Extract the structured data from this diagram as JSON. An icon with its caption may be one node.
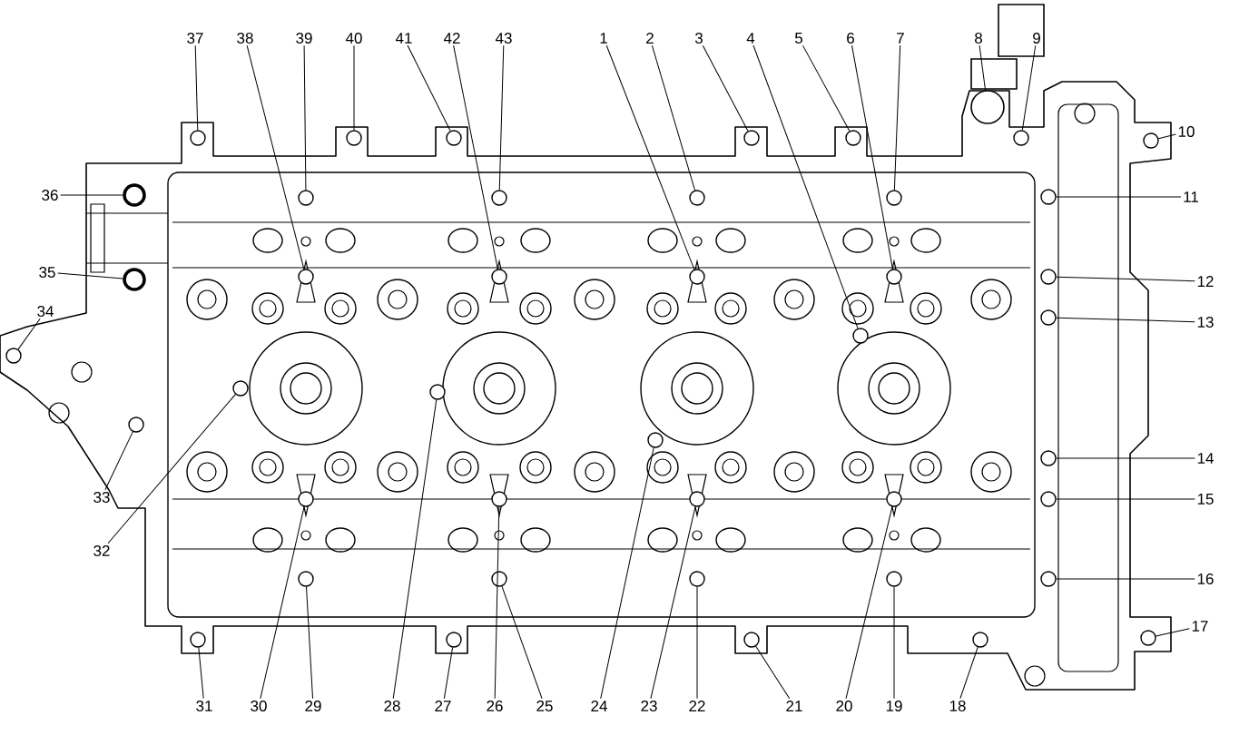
{
  "diagram": {
    "nodes": [
      {
        "text": [
          "37"
        ]
      },
      {
        "text": [
          "38"
        ]
      },
      {
        "text": [
          "39"
        ]
      },
      {
        "text": [
          "40"
        ]
      },
      {
        "text": [
          "41"
        ]
      },
      {
        "text": [
          "42"
        ]
      },
      {
        "text": [
          "43"
        ]
      },
      {
        "text": [
          "1"
        ]
      },
      {
        "text": [
          "2"
        ]
      },
      {
        "text": [
          "3"
        ]
      },
      {
        "text": [
          "4"
        ]
      },
      {
        "text": [
          "5"
        ]
      },
      {
        "text": [
          "6"
        ]
      },
      {
        "text": [
          "7"
        ]
      },
      {
        "text": [
          "8"
        ]
      },
      {
        "text": [
          "9"
        ]
      },
      {
        "text": [
          "10"
        ]
      },
      {
        "text": [
          "36"
        ]
      },
      {
        "text": [
          "11"
        ]
      },
      {
        "text": [
          "35"
        ]
      },
      {
        "text": [
          "12"
        ]
      },
      {
        "text": [
          "34"
        ]
      },
      {
        "text": [
          "13"
        ]
      },
      {
        "text": [
          "33"
        ]
      },
      {
        "text": [
          "32"
        ]
      },
      {
        "text": [
          "14"
        ]
      },
      {
        "text": [
          "15"
        ]
      },
      {
        "text": [
          "16"
        ]
      },
      {
        "text": [
          "17"
        ]
      },
      {
        "text": [
          "31"
        ]
      },
      {
        "text": [
          "30"
        ]
      },
      {
        "text": [
          "29"
        ]
      },
      {
        "text": [
          "28"
        ]
      },
      {
        "text": [
          "27"
        ]
      },
      {
        "text": [
          "26"
        ]
      },
      {
        "text": [
          "25"
        ]
      },
      {
        "text": [
          "24"
        ]
      },
      {
        "text": [
          "23"
        ]
      },
      {
        "text": [
          "22"
        ]
      },
      {
        "text": [
          "21"
        ]
      },
      {
        "text": [
          "20"
        ]
      },
      {
        "text": [
          "19"
        ]
      },
      {
        "text": [
          "18"
        ]
      },
      {
        "text": [],
        "shape": "circle"
      },
      {
        "text": [],
        "shape": "circle"
      },
      {
        "text": [],
        "shape": "circle"
      },
      {
        "text": [],
        "shape": "circle"
      },
      {
        "text": [],
        "shape": "circle"
      },
      {
        "text": [],
        "shape": "circle"
      },
      {
        "text": [],
        "shape": "circle"
      },
      {
        "text": [],
        "shape": "circle"
      },
      {
        "text": [],
        "shape": "circle"
      },
      {
        "text": [],
        "shape": "circle"
      },
      {
        "text": [],
        "shape": "circle"
      },
      {
        "text": [],
        "shape": "circle"
      },
      {
        "text": [],
        "shape": "circle"
      },
      {
        "text": [],
        "shape": "circle"
      },
      {
        "text": [],
        "shape": "circle"
      },
      {
        "text": [],
        "shape": "circle"
      },
      {
        "text": [],
        "shape": "circle"
      },
      {
        "text": [],
        "shape": "circle"
      },
      {
        "text": [],
        "shape": "circle"
      },
      {
        "text": [],
        "shape": "circle"
      },
      {
        "text": [],
        "shape": "circle"
      },
      {
        "text": [],
        "shape": "circle"
      },
      {
        "text": [],
        "shape": "circle"
      },
      {
        "text": [],
        "shape": "circle"
      },
      {
        "text": [],
        "shape": "circle"
      },
      {
        "text": [],
        "shape": "circle"
      },
      {
        "text": [],
        "shape": "circle"
      },
      {
        "text": [],
        "shape": "circle"
      },
      {
        "text": [],
        "shape": "circle"
      },
      {
        "text": [],
        "shape": "circle"
      },
      {
        "text": [],
        "shape": "circle"
      },
      {
        "text": [],
        "shape": "circle"
      },
      {
        "text": [],
        "shape": "circle"
      },
      {
        "text": [],
        "shape": "circle"
      },
      {
        "text": [],
        "shape": "circle"
      },
      {
        "text": [],
        "shape": "circle"
      },
      {
        "text": [],
        "shape": "circle"
      },
      {
        "text": [],
        "shape": "circle"
      },
      {
        "text": [],
        "shape": "circle"
      },
      {
        "text": [],
        "shape": "circle"
      },
      {
        "text": [],
        "shape": "circle"
      },
      {
        "text": [],
        "shape": "circle"
      },
      {
        "text": [],
        "shape": "circle"
      }
    ],
    "edges": [
      {
        "from": 0,
        "to": 44,
        "arrow": "none"
      },
      {
        "from": 1,
        "to": 58,
        "arrow": "none"
      },
      {
        "from": 2,
        "to": 52,
        "arrow": "none"
      },
      {
        "from": 3,
        "to": 45,
        "arrow": "none"
      },
      {
        "from": 4,
        "to": 46,
        "arrow": "none"
      },
      {
        "from": 5,
        "to": 59,
        "arrow": "none"
      },
      {
        "from": 6,
        "to": 53,
        "arrow": "none"
      },
      {
        "from": 7,
        "to": 60,
        "arrow": "none"
      },
      {
        "from": 8,
        "to": 54,
        "arrow": "none"
      },
      {
        "from": 9,
        "to": 47,
        "arrow": "none"
      },
      {
        "from": 10,
        "to": 64,
        "arrow": "none"
      },
      {
        "from": 11,
        "to": 48,
        "arrow": "none"
      },
      {
        "from": 12,
        "to": 61,
        "arrow": "none"
      },
      {
        "from": 13,
        "to": 55,
        "arrow": "none"
      },
      {
        "from": 14,
        "to": 43,
        "arrow": "none"
      },
      {
        "from": 15,
        "to": 49,
        "arrow": "none"
      },
      {
        "from": 16,
        "to": 50,
        "arrow": "none"
      },
      {
        "from": 17,
        "to": 51,
        "arrow": "none"
      },
      {
        "from": 18,
        "to": 56,
        "arrow": "none"
      },
      {
        "from": 19,
        "to": 57,
        "arrow": "none"
      },
      {
        "from": 20,
        "to": 62,
        "arrow": "none"
      },
      {
        "from": 21,
        "to": 65,
        "arrow": "none"
      },
      {
        "from": 22,
        "to": 63,
        "arrow": "none"
      },
      {
        "from": 23,
        "to": 68,
        "arrow": "none"
      },
      {
        "from": 24,
        "to": 66,
        "arrow": "none"
      },
      {
        "from": 25,
        "to": 70,
        "arrow": "none"
      },
      {
        "from": 26,
        "to": 75,
        "arrow": "none"
      },
      {
        "from": 27,
        "to": 80,
        "arrow": "none"
      },
      {
        "from": 28,
        "to": 85,
        "arrow": "none"
      },
      {
        "from": 29,
        "to": 81,
        "arrow": "none"
      },
      {
        "from": 30,
        "to": 71,
        "arrow": "none"
      },
      {
        "from": 31,
        "to": 76,
        "arrow": "none"
      },
      {
        "from": 32,
        "to": 67,
        "arrow": "none"
      },
      {
        "from": 33,
        "to": 82,
        "arrow": "none"
      },
      {
        "from": 34,
        "to": 72,
        "arrow": "none"
      },
      {
        "from": 35,
        "to": 77,
        "arrow": "none"
      },
      {
        "from": 36,
        "to": 69,
        "arrow": "none"
      },
      {
        "from": 37,
        "to": 73,
        "arrow": "none"
      },
      {
        "from": 38,
        "to": 78,
        "arrow": "none"
      },
      {
        "from": 39,
        "to": 83,
        "arrow": "none"
      },
      {
        "from": 40,
        "to": 74,
        "arrow": "none"
      },
      {
        "from": 41,
        "to": 79,
        "arrow": "none"
      },
      {
        "from": 42,
        "to": 84,
        "arrow": "none"
      }
    ]
  }
}
